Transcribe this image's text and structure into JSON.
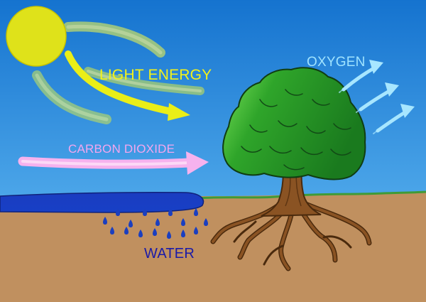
{
  "labels": {
    "light_energy": "LIGHT ENERGY",
    "carbon_dioxide": "CARBON DIOXIDE",
    "oxygen": "OXYGEN",
    "water": "WATER"
  },
  "colors": {
    "sky": "#1f7fd6",
    "soil": "#c0905f",
    "grass": "#3f9b37",
    "water_body": "#1b3fbf",
    "sun": "#dfe21a",
    "tree_foliage": "#2fa52a",
    "tree_trunk": "#8a5323",
    "light_energy_text": "#f2f21a",
    "carbon_dioxide_text": "#f3a6ee",
    "carbon_dioxide_arrow": "#f6b2ee",
    "oxygen_text": "#9fe3ff",
    "water_text": "#1a1aa8"
  },
  "icons": {
    "sun": "sun-icon",
    "tree": "tree-icon",
    "light_arrow": "light-energy-arrow-icon",
    "co2_arrow": "carbon-dioxide-arrow-icon",
    "oxygen_arrows": "oxygen-arrow-icon",
    "water_drops": "water-drop-icon"
  }
}
